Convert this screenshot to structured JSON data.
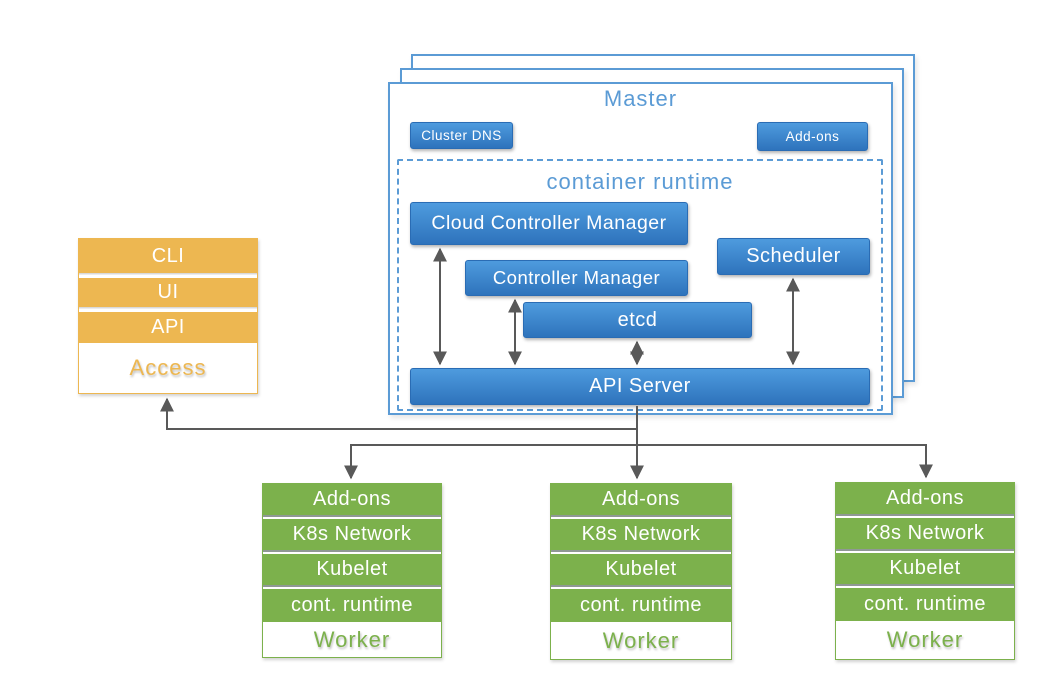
{
  "colors": {
    "blue_top": "#4E9BDE",
    "blue_bottom": "#2E73BC",
    "blue_border": "#2A6CB4",
    "panel_border": "#5B9BD5",
    "label_blue": "#5B9BD5",
    "orange": "#EDB751",
    "green": "#7CB14C",
    "arrow": "#595959"
  },
  "master": {
    "title": "Master",
    "cluster_dns_label": "Cluster DNS",
    "addons_label": "Add-ons",
    "container_runtime": {
      "title": "container runtime",
      "cloud_controller_manager": "Cloud Controller Manager",
      "controller_manager": "Controller Manager",
      "etcd": "etcd",
      "scheduler": "Scheduler",
      "api_server": "API Server"
    }
  },
  "access": {
    "title": "Access",
    "items": [
      "CLI",
      "UI",
      "API"
    ]
  },
  "workers": [
    {
      "title": "Worker",
      "items": [
        "Add-ons",
        "K8s Network",
        "Kubelet",
        "cont. runtime"
      ]
    },
    {
      "title": "Worker",
      "items": [
        "Add-ons",
        "K8s Network",
        "Kubelet",
        "cont. runtime"
      ]
    },
    {
      "title": "Worker",
      "items": [
        "Add-ons",
        "K8s Network",
        "Kubelet",
        "cont. runtime"
      ]
    }
  ]
}
